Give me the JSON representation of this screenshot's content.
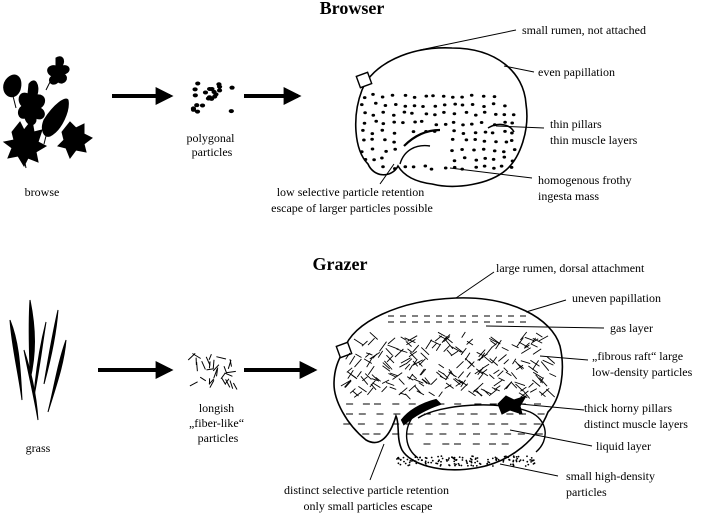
{
  "titles": {
    "browser": "Browser",
    "grazer": "Grazer"
  },
  "browser": {
    "food_label": "browse",
    "particles_label": [
      "polygonal",
      "particles"
    ],
    "callouts": {
      "small_rumen": "small rumen, not attached",
      "even_papillation": "even papillation",
      "thin_pillars": [
        "thin pillars",
        "thin muscle layers"
      ],
      "ingesta": [
        "homogenous frothy",
        "ingesta mass"
      ],
      "retention": [
        "low selective particle retention",
        "escape of larger particles possible"
      ]
    }
  },
  "grazer": {
    "food_label": "grass",
    "particles_label": [
      "longish",
      "„fiber-like“",
      "particles"
    ],
    "callouts": {
      "large_rumen": "large rumen, dorsal attachment",
      "uneven_papillation": "uneven papillation",
      "gas_layer": "gas layer",
      "fibrous_raft": [
        "„fibrous raft“ large",
        "low-density particles"
      ],
      "pillars": [
        "thick horny pillars",
        "distinct muscle layers"
      ],
      "liquid_layer": "liquid layer",
      "small_particles": [
        "small high-density",
        "particles"
      ],
      "retention": [
        "distinct selective particle retention",
        "only small particles escape"
      ]
    }
  },
  "icons": [
    "leaf-icon",
    "grass-blade-icon",
    "arrow-right-icon"
  ]
}
